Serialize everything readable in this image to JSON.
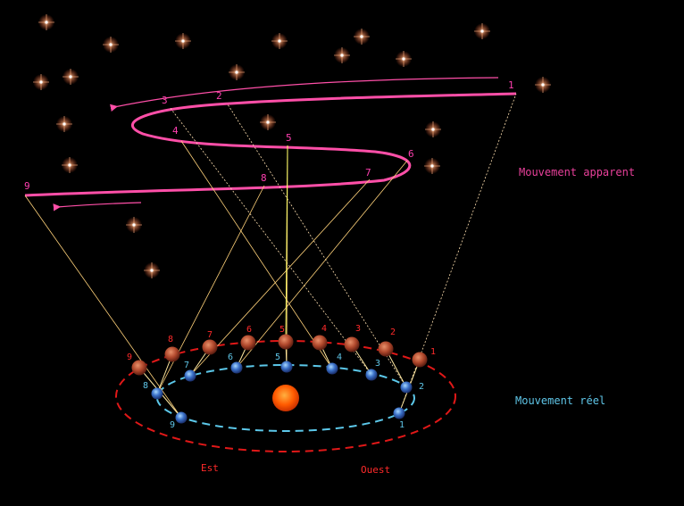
{
  "labels": {
    "apparent": "Mouvement apparent",
    "real": "Mouvement réel",
    "east": "Est",
    "west": "Ouest"
  },
  "apparent_points": [
    "1",
    "2",
    "3",
    "4",
    "5",
    "6",
    "7",
    "8",
    "9"
  ],
  "mars_points": [
    "1",
    "2",
    "3",
    "4",
    "5",
    "6",
    "7",
    "8",
    "9"
  ],
  "earth_points": [
    "1",
    "2",
    "3",
    "4",
    "5",
    "6",
    "7",
    "8",
    "9"
  ],
  "colors": {
    "apparent_path": "#ff4fa8",
    "mars_orbit": "#e01818",
    "earth_orbit": "#5cc8ea",
    "sight_lines": "#ffd27a",
    "sun": "#ff5a00"
  }
}
